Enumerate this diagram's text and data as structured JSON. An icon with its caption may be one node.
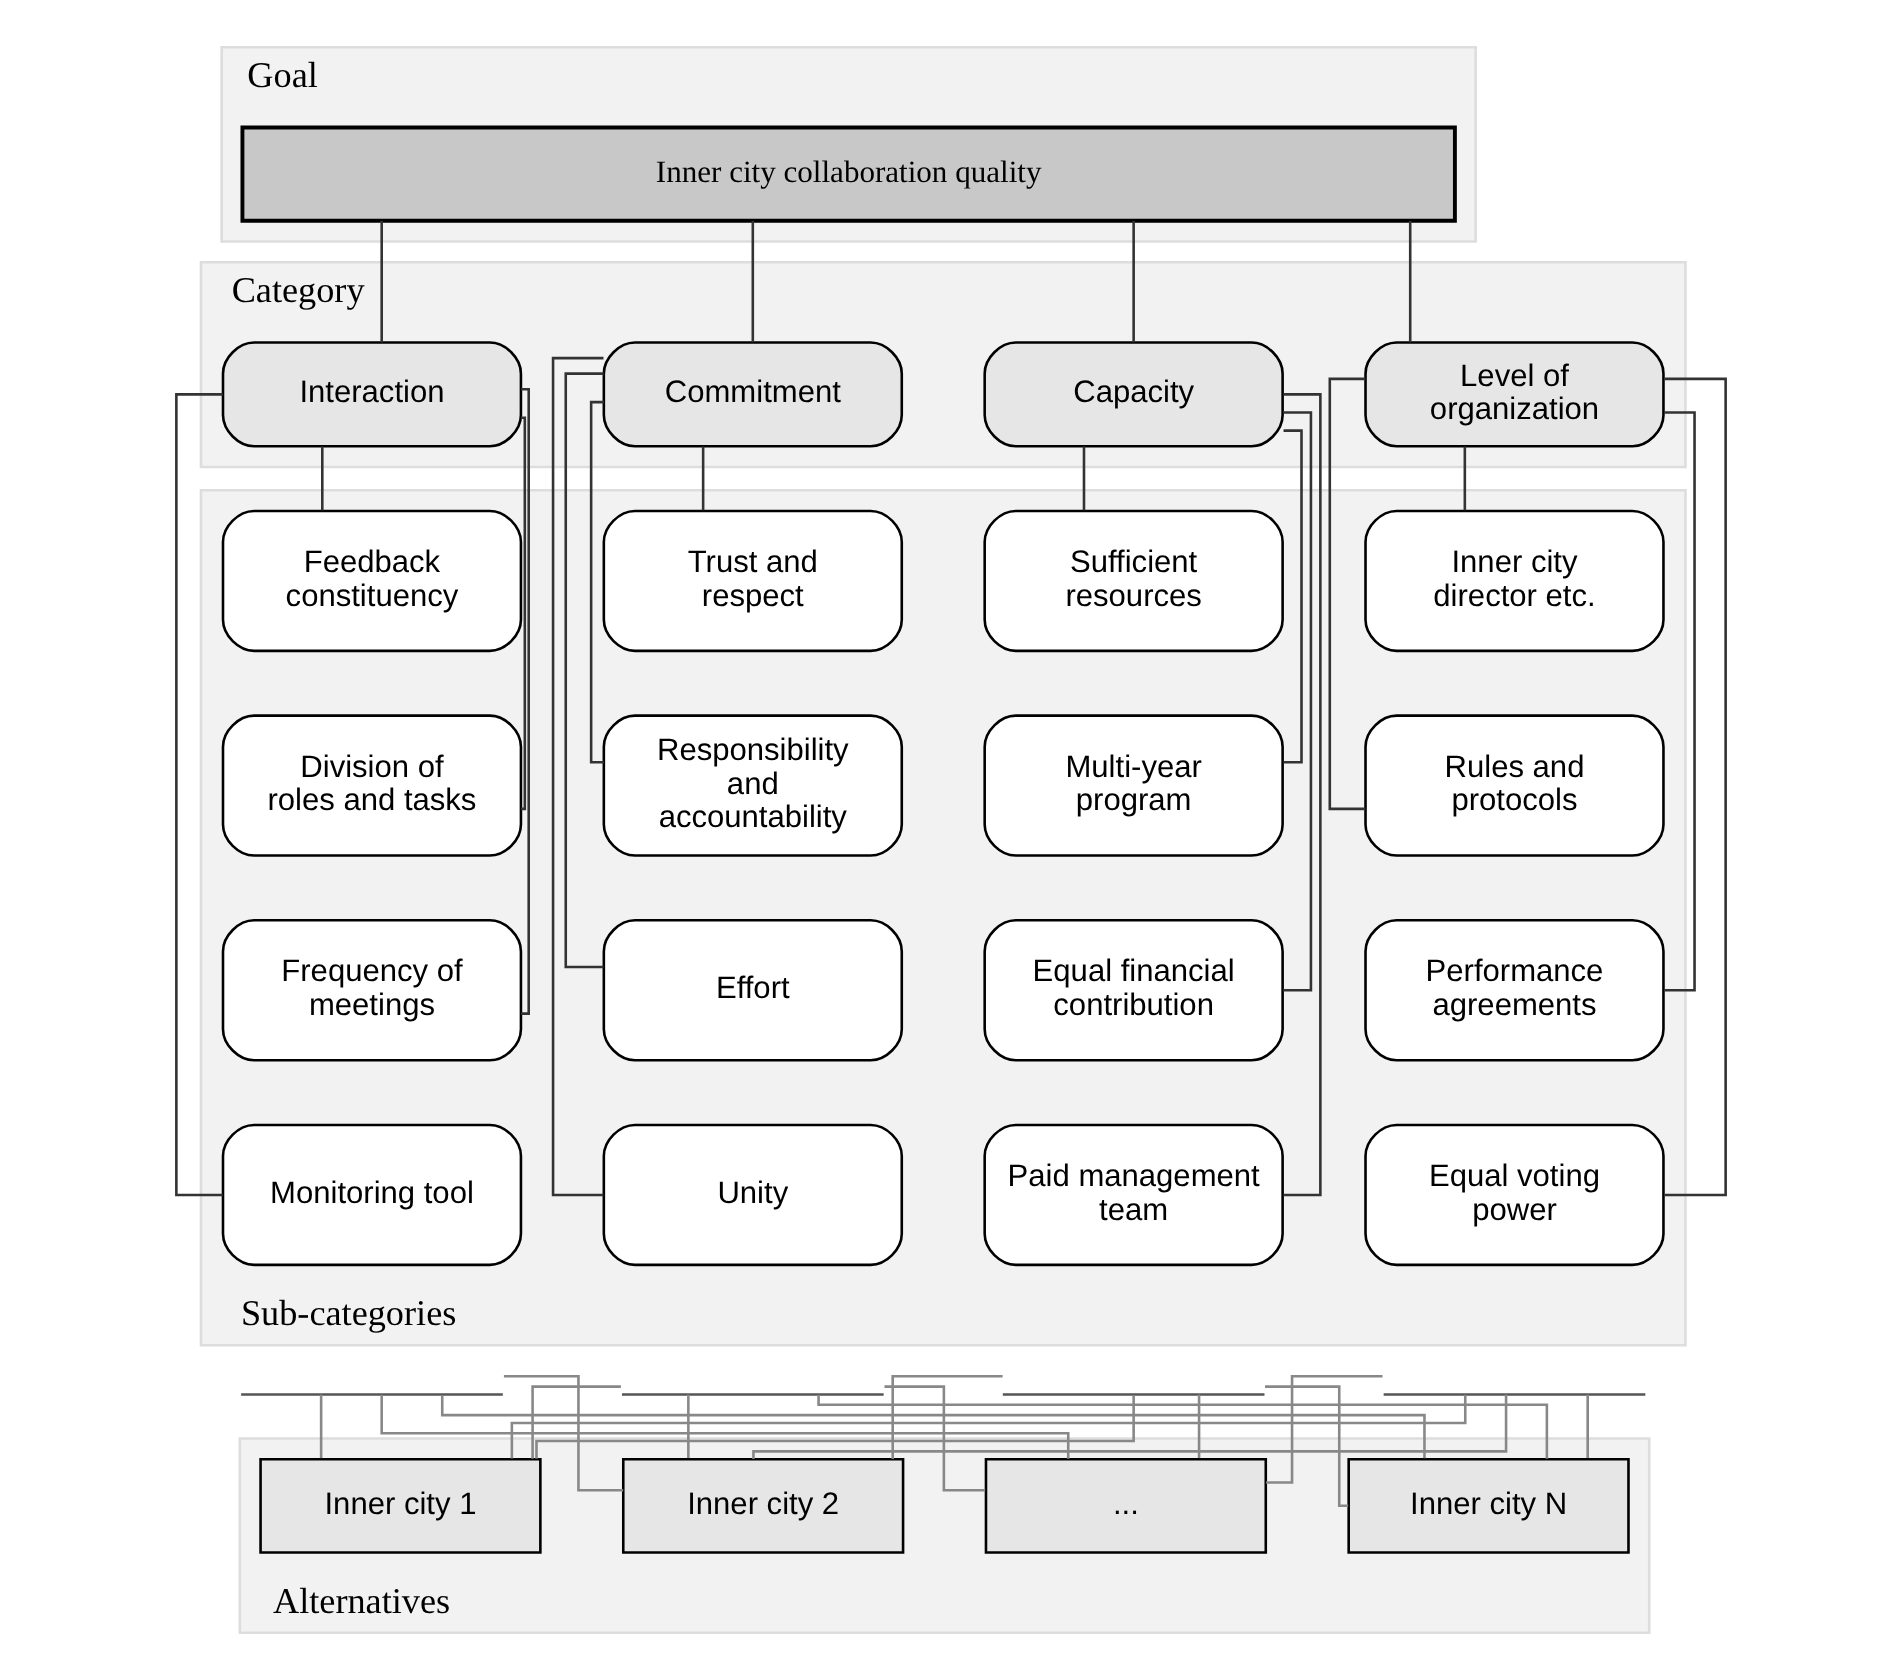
{
  "diagram": {
    "nodes": [
      {
        "text": [
          "Goal"
        ]
      },
      {
        "text": [
          "Inner city collaboration quality"
        ],
        "in": 0
      },
      {
        "text": [
          "Category"
        ]
      },
      {
        "text": [
          "Interaction"
        ],
        "in": 2
      },
      {
        "text": [
          "Commitment"
        ],
        "in": 2
      },
      {
        "text": [
          "Capacity"
        ],
        "in": 2
      },
      {
        "text": [
          "Level of organization"
        ],
        "in": 2
      },
      {
        "text": [
          "Sub-categories"
        ]
      },
      {
        "text": [
          "Feedback constituency"
        ],
        "in": 7
      },
      {
        "text": [
          "Division of roles and tasks"
        ],
        "in": 7
      },
      {
        "text": [
          "Frequency of meetings"
        ],
        "in": 7
      },
      {
        "text": [
          "Monitoring tool"
        ],
        "in": 7
      },
      {
        "text": [
          "Trust and respect"
        ],
        "in": 7
      },
      {
        "text": [
          "Responsibility and accountability"
        ],
        "in": 7
      },
      {
        "text": [
          "Effort"
        ],
        "in": 7
      },
      {
        "text": [
          "Unity"
        ],
        "in": 7
      },
      {
        "text": [
          "Sufficient resources"
        ],
        "in": 7
      },
      {
        "text": [
          "Multi-year program"
        ],
        "in": 7
      },
      {
        "text": [
          "Equal financial contribution"
        ],
        "in": 7
      },
      {
        "text": [
          "Paid management team"
        ],
        "in": 7
      },
      {
        "text": [
          "Inner city director etc."
        ],
        "in": 7
      },
      {
        "text": [
          "Rules and protocols"
        ],
        "in": 7
      },
      {
        "text": [
          "Performance agreements"
        ],
        "in": 7
      },
      {
        "text": [
          "Equal voting power"
        ],
        "in": 7
      },
      {
        "text": [],
        "shape": "bracket"
      },
      {
        "text": [],
        "shape": "bracket"
      },
      {
        "text": [],
        "shape": "bracket"
      },
      {
        "text": [],
        "shape": "bracket"
      },
      {
        "text": [
          "Alternatives"
        ]
      },
      {
        "text": [
          "Inner city 1"
        ],
        "in": 28
      },
      {
        "text": [
          "Inner city 2"
        ],
        "in": 28
      },
      {
        "text": [
          "..."
        ],
        "in": 28
      },
      {
        "text": [
          "Inner city N"
        ],
        "in": 28
      }
    ],
    "edges": [
      {
        "from": 1,
        "to": 3,
        "arrow": "none"
      },
      {
        "from": 1,
        "to": 4,
        "arrow": "none"
      },
      {
        "from": 1,
        "to": 5,
        "arrow": "none"
      },
      {
        "from": 1,
        "to": 6,
        "arrow": "none"
      },
      {
        "from": 3,
        "to": 8,
        "arrow": "none"
      },
      {
        "from": 3,
        "to": 9,
        "arrow": "none"
      },
      {
        "from": 3,
        "to": 10,
        "arrow": "none"
      },
      {
        "from": 3,
        "to": 11,
        "arrow": "none"
      },
      {
        "from": 4,
        "to": 12,
        "arrow": "none"
      },
      {
        "from": 4,
        "to": 13,
        "arrow": "none"
      },
      {
        "from": 4,
        "to": 14,
        "arrow": "none"
      },
      {
        "from": 4,
        "to": 15,
        "arrow": "none"
      },
      {
        "from": 5,
        "to": 16,
        "arrow": "none"
      },
      {
        "from": 5,
        "to": 17,
        "arrow": "none"
      },
      {
        "from": 5,
        "to": 18,
        "arrow": "none"
      },
      {
        "from": 5,
        "to": 19,
        "arrow": "none"
      },
      {
        "from": 6,
        "to": 20,
        "arrow": "none"
      },
      {
        "from": 6,
        "to": 21,
        "arrow": "none"
      },
      {
        "from": 6,
        "to": 22,
        "arrow": "none"
      },
      {
        "from": 6,
        "to": 23,
        "arrow": "none"
      },
      {
        "from": 24,
        "to": 29,
        "arrow": "none",
        "color": "#888888"
      },
      {
        "from": 24,
        "to": 30,
        "arrow": "none",
        "color": "#888888"
      },
      {
        "from": 24,
        "to": 31,
        "arrow": "none",
        "color": "#888888"
      },
      {
        "from": 24,
        "to": 32,
        "arrow": "none",
        "color": "#888888"
      },
      {
        "from": 25,
        "to": 29,
        "arrow": "none",
        "color": "#888888"
      },
      {
        "from": 25,
        "to": 30,
        "arrow": "none",
        "color": "#888888"
      },
      {
        "from": 25,
        "to": 31,
        "arrow": "none",
        "color": "#888888"
      },
      {
        "from": 25,
        "to": 32,
        "arrow": "none",
        "color": "#888888"
      },
      {
        "from": 26,
        "to": 29,
        "arrow": "none",
        "color": "#888888"
      },
      {
        "from": 26,
        "to": 30,
        "arrow": "none",
        "color": "#888888"
      },
      {
        "from": 26,
        "to": 31,
        "arrow": "none",
        "color": "#888888"
      },
      {
        "from": 26,
        "to": 32,
        "arrow": "none",
        "color": "#888888"
      },
      {
        "from": 27,
        "to": 29,
        "arrow": "none",
        "color": "#888888"
      },
      {
        "from": 27,
        "to": 30,
        "arrow": "none",
        "color": "#888888"
      },
      {
        "from": 27,
        "to": 31,
        "arrow": "none",
        "color": "#888888"
      },
      {
        "from": 27,
        "to": 32,
        "arrow": "none",
        "color": "#888888"
      }
    ]
  }
}
